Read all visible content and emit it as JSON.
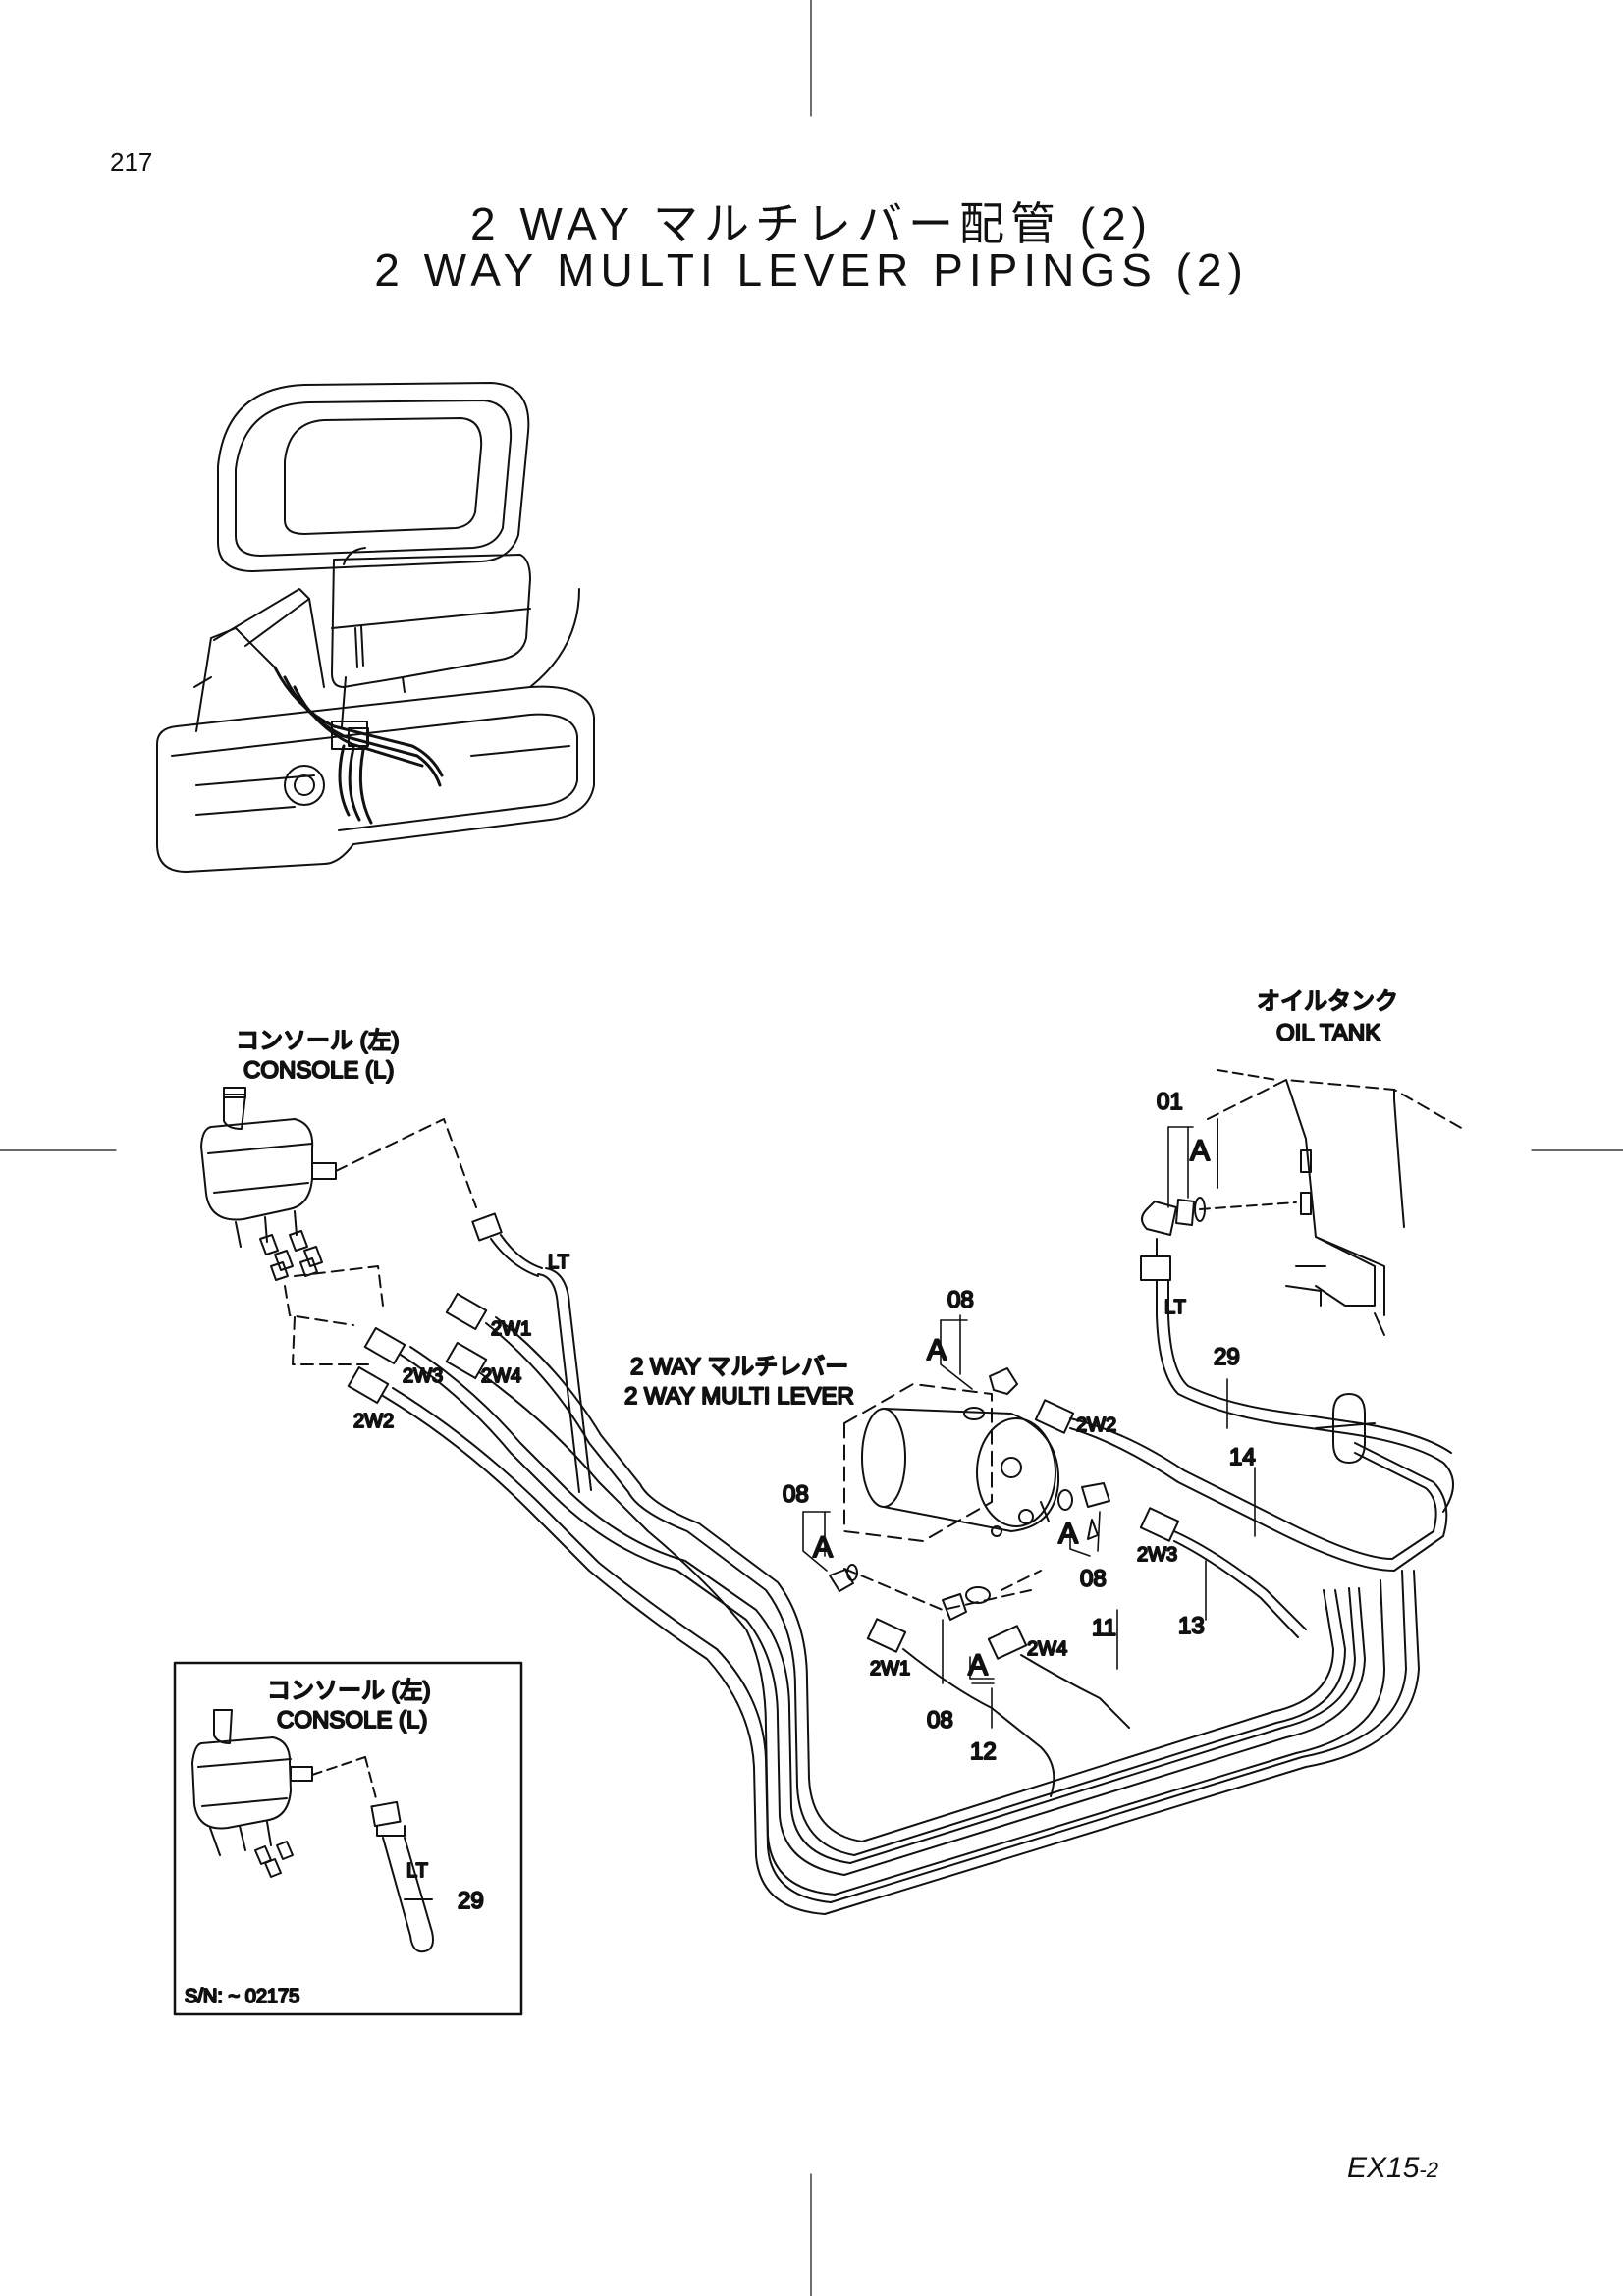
{
  "page": {
    "number": "217",
    "title_jp": "2 WAY マルチレバー配管 (2)",
    "title_en": "2 WAY MULTI LEVER PIPINGS (2)",
    "footer_model": "EX15",
    "footer_suffix": "-2"
  },
  "labels": {
    "console_jp": "コンソール (左)",
    "console_en": "CONSOLE (L)",
    "oil_tank_jp": "オイルタンク",
    "oil_tank_en": "OIL TANK",
    "multi_lever_jp": "2 WAY マルチレバー",
    "multi_lever_en": "2 WAY MULTI LEVER",
    "lt": "LT",
    "detail_A": "A",
    "port_2w1": "2W1",
    "port_2w2": "2W2",
    "port_2w3": "2W3",
    "port_2w4": "2W4"
  },
  "parts": {
    "p01": "01",
    "p08": "08",
    "p11": "11",
    "p12": "12",
    "p13": "13",
    "p14": "14",
    "p29": "29"
  },
  "inset": {
    "console_jp": "コンソール (左)",
    "console_en": "CONSOLE (L)",
    "lt": "LT",
    "part": "29",
    "serial": "S/N:  ~ 02175"
  }
}
